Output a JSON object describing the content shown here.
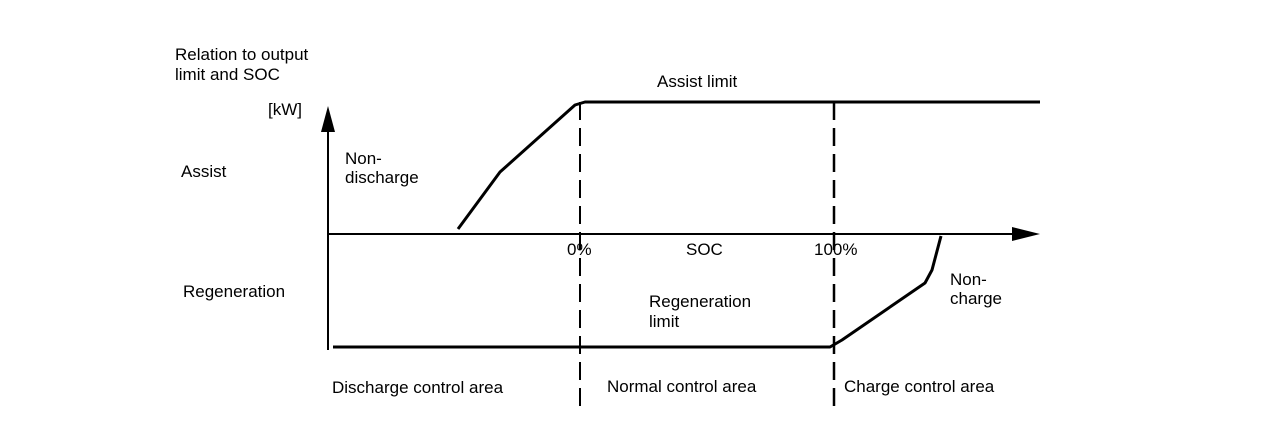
{
  "diagram": {
    "title_line1": "Relation to output",
    "title_line2": "limit and SOC",
    "unit": "[kW]",
    "y_upper": "Assist",
    "y_lower": "Regeneration",
    "x_axis_label": "SOC",
    "tick_0": "0%",
    "tick_100": "100%",
    "assist_limit": "Assist limit",
    "regen_limit_line1": "Regeneration",
    "regen_limit_line2": "limit",
    "non_discharge_line1": "Non-",
    "non_discharge_line2": "discharge",
    "non_charge_line1": "Non-",
    "non_charge_line2": "charge",
    "area_discharge": "Discharge control area",
    "area_normal": "Normal control area",
    "area_charge": "Charge control area"
  },
  "colors": {
    "line": "#000000",
    "background": "#ffffff"
  }
}
